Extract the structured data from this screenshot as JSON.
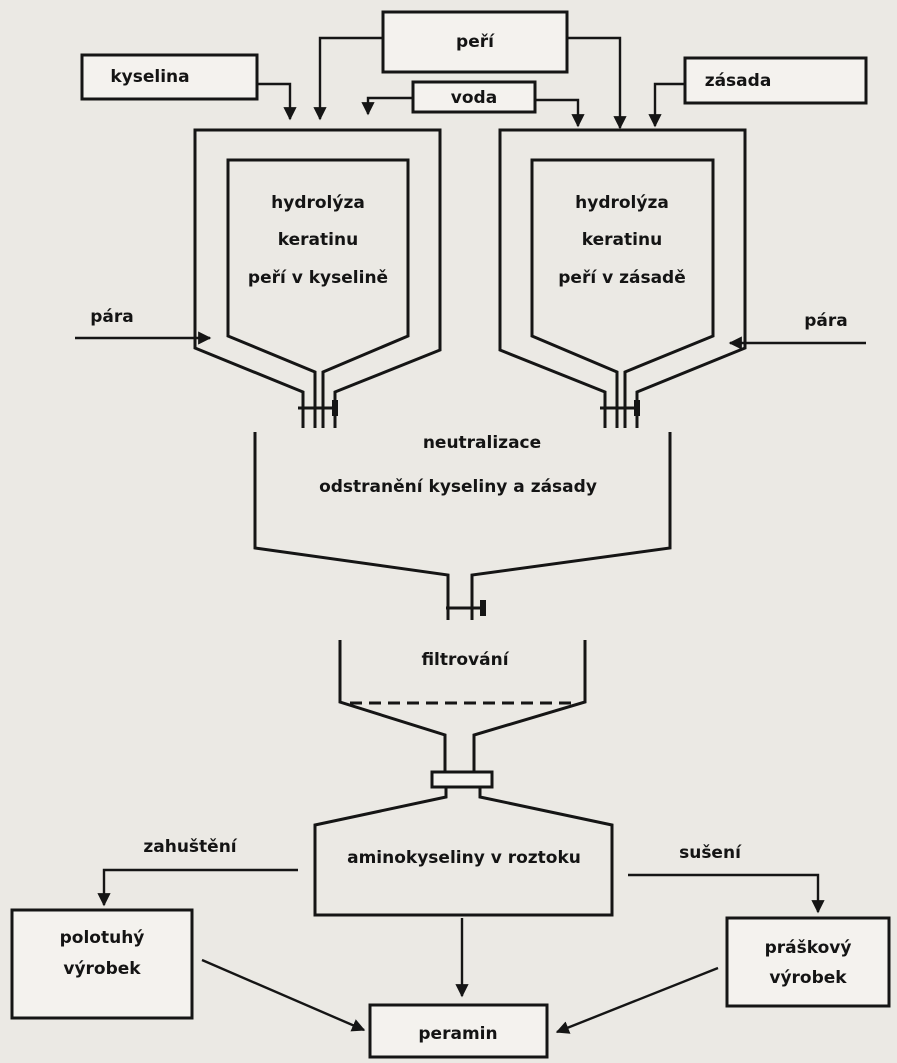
{
  "inputs": {
    "feathers": "peří",
    "acid": "kyselina",
    "water": "voda",
    "alkali": "zásada"
  },
  "reactors": {
    "left": {
      "line1": "hydrolýza",
      "line2": "keratinu",
      "line3": "peří v kyselině"
    },
    "right": {
      "line1": "hydrolýza",
      "line2": "keratinu",
      "line3": "peří v zásadě"
    }
  },
  "steam": {
    "left": "pára",
    "right": "pára"
  },
  "neutralization": {
    "line1": "neutralizace",
    "line2": "odstranění kyseliny a zásady"
  },
  "filtration": "filtrování",
  "solution": "aminokyseliny v roztoku",
  "branches": {
    "thickening": "zahuštění",
    "drying": "sušení"
  },
  "products": {
    "semisolid": {
      "line1": "polotuhý",
      "line2": "výrobek"
    },
    "powder": {
      "line1": "práškový",
      "line2": "výrobek"
    },
    "final": "peramin"
  },
  "colors": {
    "ink": "#151515",
    "paper": "#ebe9e4",
    "box_fill": "#f4f2ee"
  }
}
